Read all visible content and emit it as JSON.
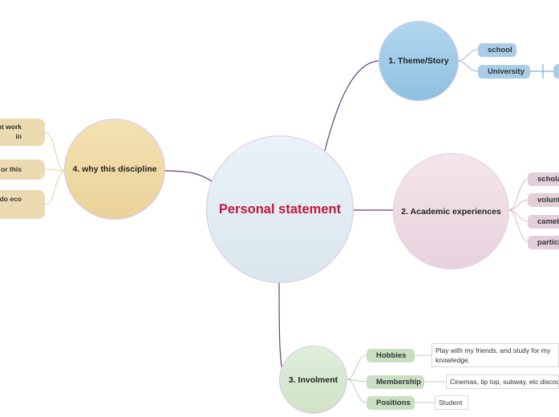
{
  "center": {
    "label": "Personal statement"
  },
  "branches": {
    "theme": {
      "label": "1. Theme/Story",
      "children": [
        "school",
        "University"
      ]
    },
    "academic": {
      "label": "2. Academic experiences",
      "children": [
        "schola",
        "volunt",
        "camet",
        "partici"
      ]
    },
    "involment": {
      "label": "3. Involment",
      "children": [
        {
          "label": "Hobbies",
          "note": "Play with my friends, and study for my knowledge."
        },
        {
          "label": "Membership",
          "note": "Cinemas, tip top, subway, etc discou"
        },
        {
          "label": "Positions",
          "note": "Student"
        }
      ]
    },
    "discipline": {
      "label": "4. why this discipline",
      "children": [
        "opment work in",
        "or this",
        "way do eco"
      ]
    }
  },
  "colors": {
    "center": "#e4eef4",
    "theme": "#9fcbe6",
    "academic": "#f0dde6",
    "involment": "#d7e7d0",
    "discipline": "#f0dba3",
    "connector": "#6b3d7a"
  }
}
